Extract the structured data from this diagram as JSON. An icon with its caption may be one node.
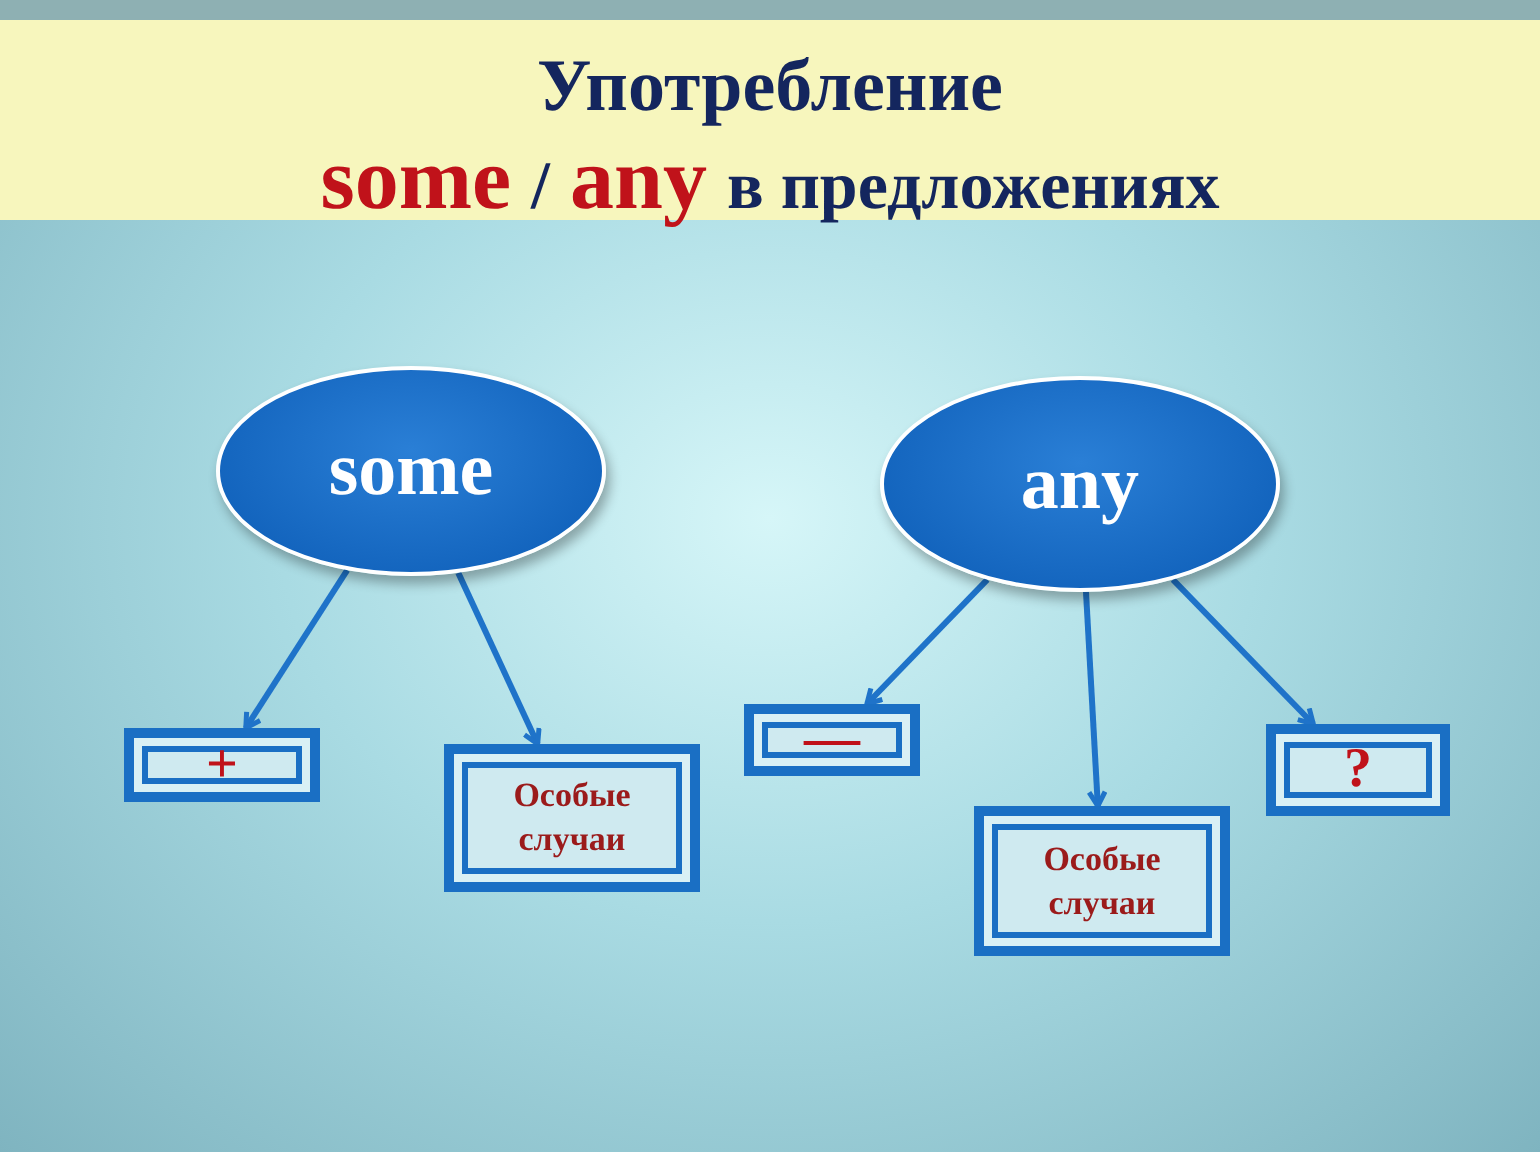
{
  "diagram": {
    "title": "Употребление",
    "nodes": [
      {
        "text": [
          "some"
        ]
      },
      {
        "text": [
          "any"
        ]
      },
      {
        "text": [
          "+"
        ]
      },
      {
        "text": [
          "Особые случаи"
        ]
      },
      {
        "text": [
          "—"
        ]
      },
      {
        "text": [
          "Особые случаи"
        ]
      },
      {
        "text": [
          "?"
        ]
      }
    ],
    "edges": [
      {
        "from": 0,
        "to": 2,
        "arrow": "to"
      },
      {
        "from": 0,
        "to": 3,
        "arrow": "to"
      },
      {
        "from": 1,
        "to": 4,
        "arrow": "to"
      },
      {
        "from": 1,
        "to": 5,
        "arrow": "to"
      },
      {
        "from": 1,
        "to": 6,
        "arrow": "to"
      }
    ],
    "labels": [
      "some",
      "/",
      "any",
      "в предложениях"
    ]
  }
}
